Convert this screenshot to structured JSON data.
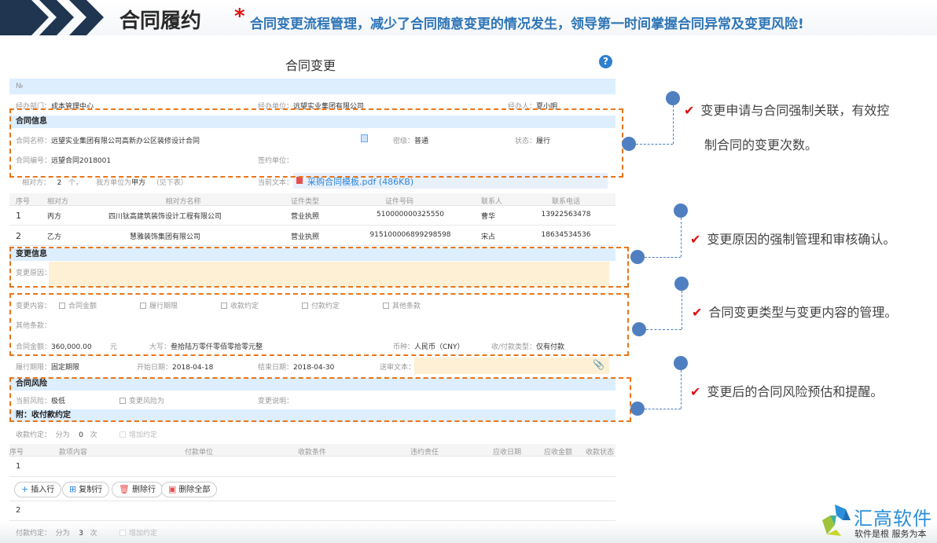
{
  "header": {
    "title": "合同履约",
    "asterisk": "*",
    "slogan": "合同变更流程管理，减少了合同随意变更的情况发生，领导第一时间掌握合同异常及变更风险!"
  },
  "form": {
    "title": "合同变更",
    "no_label": "№",
    "dept_label": "经办部门：",
    "dept": "成本管理中心",
    "unit_label": "经办单位：",
    "unit": "远望实业集团有限公司",
    "handler_label": "经办人：",
    "handler": "夏小明",
    "info": {
      "title": "合同信息",
      "name_label": "合同名称：",
      "name": "远望实业集团有限公司高新办公区装修设计合同",
      "secret_label": "密级：",
      "secret": "普通",
      "status_label": "状态：",
      "status": "履行",
      "code_label": "合同编号：",
      "code": "远望合同2018001",
      "sign_label": "签约单位："
    },
    "party": {
      "label": "相对方：",
      "count": "2",
      "unit": "个，",
      "our": "我方单位为",
      "our_value": "甲方",
      "see": "（见下表）",
      "text_label": "当前文本：",
      "file": "采购合同模板.pdf (486KB)"
    },
    "party_table": {
      "headers": [
        "序号",
        "相对方",
        "相对方名称",
        "证件类型",
        "证件号码",
        "联系人",
        "联系电话"
      ],
      "rows": [
        [
          "1",
          "丙方",
          "四川钛高建筑装饰设计工程有限公司",
          "营业执照",
          "510000000325550",
          "曹华",
          "13922563478"
        ],
        [
          "2",
          "乙方",
          "慧雅装饰集团有限公司",
          "营业执照",
          "915100006899298598",
          "宋占",
          "18634534536"
        ]
      ]
    },
    "change": {
      "title": "变更信息",
      "reason_label": "变更原因：",
      "content_label": "变更内容：",
      "options": [
        "合同金额",
        "履行期限",
        "收款约定",
        "付款约定",
        "其他条款"
      ],
      "other_label": "其他条款：",
      "amount_label": "合同金额：",
      "amount": "360,000.00",
      "yuan": "元",
      "upper_label": "大写：",
      "upper": "叁拾陆万零仟零佰零拾零元整",
      "currency_label": "币种：",
      "currency": "人民币（CNY）",
      "paytype_label": "收/付款类型：",
      "paytype": "仅有付款"
    },
    "period": {
      "label": "履行期限：",
      "value": "固定期限",
      "start_label": "开始日期：",
      "start": "2018-04-18",
      "end_label": "结束日期：",
      "end": "2018-04-30",
      "review_label": "送审文本："
    },
    "risk": {
      "title": "合同风险",
      "current_label": "当前风险：",
      "current": "极低",
      "change_risk": "变更风险为",
      "desc_label": "变更说明："
    },
    "appendix": {
      "title": "附：收付款约定",
      "recv_label": "收款约定：",
      "split": "分为",
      "recv_count": "0",
      "times": "次",
      "add": "增加约定",
      "headers": [
        "序号",
        "款项内容",
        "付款单位",
        "收款条件",
        "违约责任",
        "应收日期",
        "应收金额",
        "收款状态"
      ],
      "row1": "1",
      "row2": "2",
      "buttons": [
        "插入行",
        "复制行",
        "删除行",
        "删除全部"
      ],
      "pay_label": "付款约定：",
      "pay_count": "3"
    }
  },
  "notes": [
    {
      "check": "✔",
      "lines": [
        "变更申请与合同强制关联，有效控",
        "制合同的变更次数。"
      ]
    },
    {
      "check": "✔",
      "lines": [
        "变更原因的强制管理和审核确认。"
      ]
    },
    {
      "check": "✔",
      "lines": [
        "合同变更类型与变更内容的管理。"
      ]
    },
    {
      "check": "✔",
      "lines": [
        "变更后的合同风险预估和提醒。"
      ]
    }
  ],
  "logo": {
    "name": "汇高软件",
    "tagline": "软件是根  服务为本"
  },
  "colors": {
    "accent": "#2e75b6",
    "dash": "#e8751a",
    "dot": "#4f7fc0",
    "band": "#ddeeff",
    "peach": "#fdf0d5"
  }
}
